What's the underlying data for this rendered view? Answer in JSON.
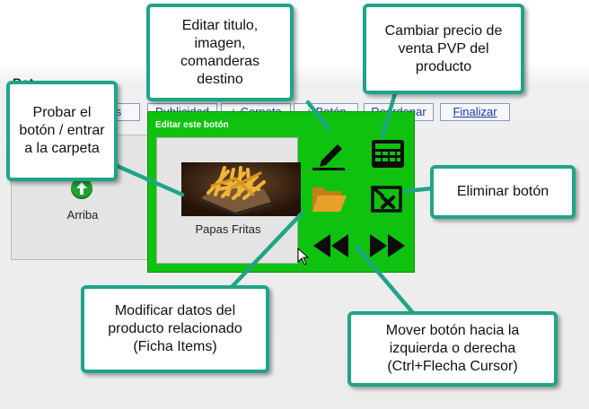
{
  "section_title": "Bot",
  "toolbar": [
    {
      "label": "s"
    },
    {
      "label": "Publicidad"
    },
    {
      "label": "+ Carpeta"
    },
    {
      "label": "+ Botón"
    },
    {
      "label": "Reordenar"
    },
    {
      "label": "Finalizar"
    }
  ],
  "arriba_tile": {
    "label": "Arriba",
    "icon": "up-arrow-circle-icon"
  },
  "edit_panel": {
    "title": "Editar este botón",
    "product_label": "Papas Fritas",
    "icons": [
      "edit-pencil-icon",
      "calculator-icon",
      "folder-open-icon",
      "delete-button-icon",
      "move-left-icon",
      "move-right-icon"
    ]
  },
  "callouts": {
    "probar": "Probar el botón / entrar a la carpeta",
    "editar": "Editar titulo, imagen, comanderas destino",
    "precio": "Cambiar precio de venta PVP del producto",
    "eliminar": "Eliminar botón",
    "modificar": "Modificar datos del producto relacionado (Ficha Items)",
    "mover": "Mover botón hacia la izquierda o derecha (Ctrl+Flecha Cursor)"
  },
  "colors": {
    "panel_green": "#0fc20f",
    "callout_border": "#1fa586",
    "folder": "#e8a02a",
    "icon_dark": "#0d0d0d"
  }
}
